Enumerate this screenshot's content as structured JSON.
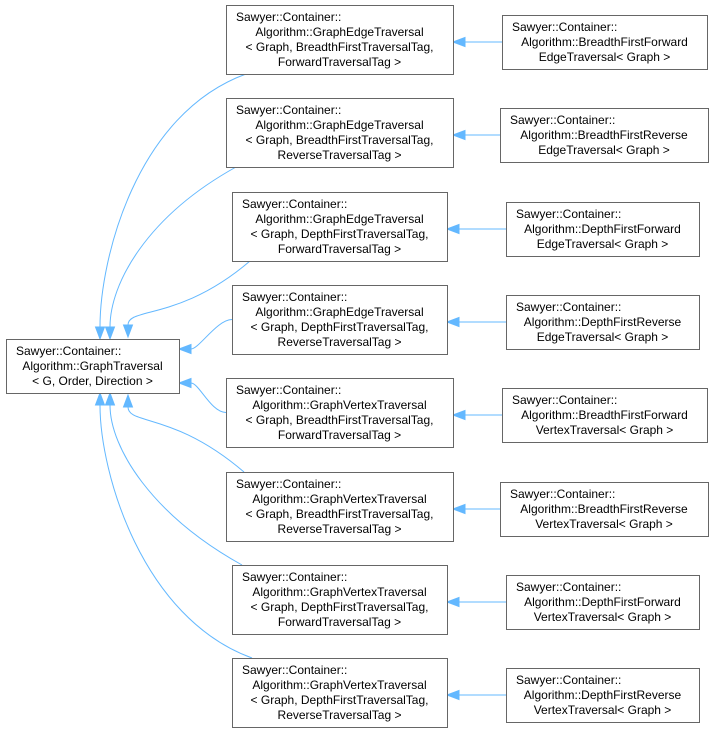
{
  "diagram": {
    "base": {
      "id": "graph-traversal",
      "lines": [
        "Sawyer::Container::",
        "Algorithm::GraphTraversal",
        "< G, Order, Direction >"
      ]
    },
    "middle": [
      {
        "id": "edge-bf-fwd",
        "lines": [
          "Sawyer::Container::",
          "Algorithm::GraphEdgeTraversal",
          "< Graph, BreadthFirstTraversalTag,",
          "ForwardTraversalTag >"
        ]
      },
      {
        "id": "edge-bf-rev",
        "lines": [
          "Sawyer::Container::",
          "Algorithm::GraphEdgeTraversal",
          "< Graph, BreadthFirstTraversalTag,",
          "ReverseTraversalTag >"
        ]
      },
      {
        "id": "edge-df-fwd",
        "lines": [
          "Sawyer::Container::",
          "Algorithm::GraphEdgeTraversal",
          "< Graph, DepthFirstTraversalTag,",
          "ForwardTraversalTag >"
        ]
      },
      {
        "id": "edge-df-rev",
        "lines": [
          "Sawyer::Container::",
          "Algorithm::GraphEdgeTraversal",
          "< Graph, DepthFirstTraversalTag,",
          "ReverseTraversalTag >"
        ]
      },
      {
        "id": "vertex-bf-fwd",
        "lines": [
          "Sawyer::Container::",
          "Algorithm::GraphVertexTraversal",
          "< Graph, BreadthFirstTraversalTag,",
          "ForwardTraversalTag >"
        ]
      },
      {
        "id": "vertex-bf-rev",
        "lines": [
          "Sawyer::Container::",
          "Algorithm::GraphVertexTraversal",
          "< Graph, BreadthFirstTraversalTag,",
          "ReverseTraversalTag >"
        ]
      },
      {
        "id": "vertex-df-fwd",
        "lines": [
          "Sawyer::Container::",
          "Algorithm::GraphVertexTraversal",
          "< Graph, DepthFirstTraversalTag,",
          "ForwardTraversalTag >"
        ]
      },
      {
        "id": "vertex-df-rev",
        "lines": [
          "Sawyer::Container::",
          "Algorithm::GraphVertexTraversal",
          "< Graph, DepthFirstTraversalTag,",
          "ReverseTraversalTag >"
        ]
      }
    ],
    "leaves": [
      {
        "id": "bf-fwd-edge",
        "lines": [
          "Sawyer::Container::",
          "Algorithm::BreadthFirstForward",
          "EdgeTraversal< Graph >"
        ]
      },
      {
        "id": "bf-rev-edge",
        "lines": [
          "Sawyer::Container::",
          "Algorithm::BreadthFirstReverse",
          "EdgeTraversal< Graph >"
        ]
      },
      {
        "id": "df-fwd-edge",
        "lines": [
          "Sawyer::Container::",
          "Algorithm::DepthFirstForward",
          "EdgeTraversal< Graph >"
        ]
      },
      {
        "id": "df-rev-edge",
        "lines": [
          "Sawyer::Container::",
          "Algorithm::DepthFirstReverse",
          "EdgeTraversal< Graph >"
        ]
      },
      {
        "id": "bf-fwd-vertex",
        "lines": [
          "Sawyer::Container::",
          "Algorithm::BreadthFirstForward",
          "VertexTraversal< Graph >"
        ]
      },
      {
        "id": "bf-rev-vertex",
        "lines": [
          "Sawyer::Container::",
          "Algorithm::BreadthFirstReverse",
          "VertexTraversal< Graph >"
        ]
      },
      {
        "id": "df-fwd-vertex",
        "lines": [
          "Sawyer::Container::",
          "Algorithm::DepthFirstForward",
          "VertexTraversal< Graph >"
        ]
      },
      {
        "id": "df-rev-vertex",
        "lines": [
          "Sawyer::Container::",
          "Algorithm::DepthFirstReverse",
          "VertexTraversal< Graph >"
        ]
      }
    ],
    "colors": {
      "edge": "#63b8ff",
      "node_border": "#666666",
      "node_fill": "#ffffff",
      "text": "#000000"
    }
  }
}
